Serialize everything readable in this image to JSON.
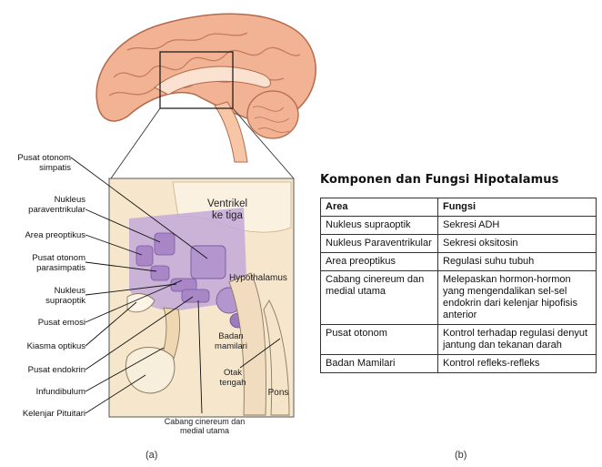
{
  "left_labels": [
    "Pusat otonom simpatis",
    "Nukleus paraventrikular",
    "Area preoptikus",
    "Pusat otonom parasimpatis",
    "Nukleus supraoptik",
    "Pusat emosi",
    "Kiasma optikus",
    "Pusat endokrin",
    "Infundibulum",
    "Kelenjar Pituitari"
  ],
  "inner_labels": {
    "ventricle": "Ventrikel ke tiga",
    "hypothalamus": "Hypothalamus",
    "mamillary": "Badan mamilari",
    "midbrain": "Otak tengah",
    "pons": "Pons",
    "tuber": "Cabang cinereum dan medial utama"
  },
  "table": {
    "title": "Komponen dan Fungsi Hipotalamus",
    "headers": [
      "Area",
      "Fungsi"
    ],
    "rows": [
      [
        "Nukleus supraoptik",
        "Sekresi ADH"
      ],
      [
        "Nukleus Paraventrikular",
        "Sekresi oksitosin"
      ],
      [
        "Area preoptikus",
        "Regulasi suhu tubuh"
      ],
      [
        "Cabang cinereum dan medial utama",
        "Melepaskan hormon-hormon yang mengendalikan sel-sel endokrin dari kelenjar hipofisis anterior"
      ],
      [
        "Pusat otonom",
        "Kontrol terhadap regulasi denyut jantung dan tekanan darah"
      ],
      [
        "Badan Mamilari",
        "Kontrol refleks-refleks"
      ]
    ]
  },
  "captions": {
    "a": "(a)",
    "b": "(b)"
  },
  "colors": {
    "brain": "#f0b08e",
    "hypothalamus": "#b9a0d0",
    "tissue": "#f6e7cc"
  }
}
